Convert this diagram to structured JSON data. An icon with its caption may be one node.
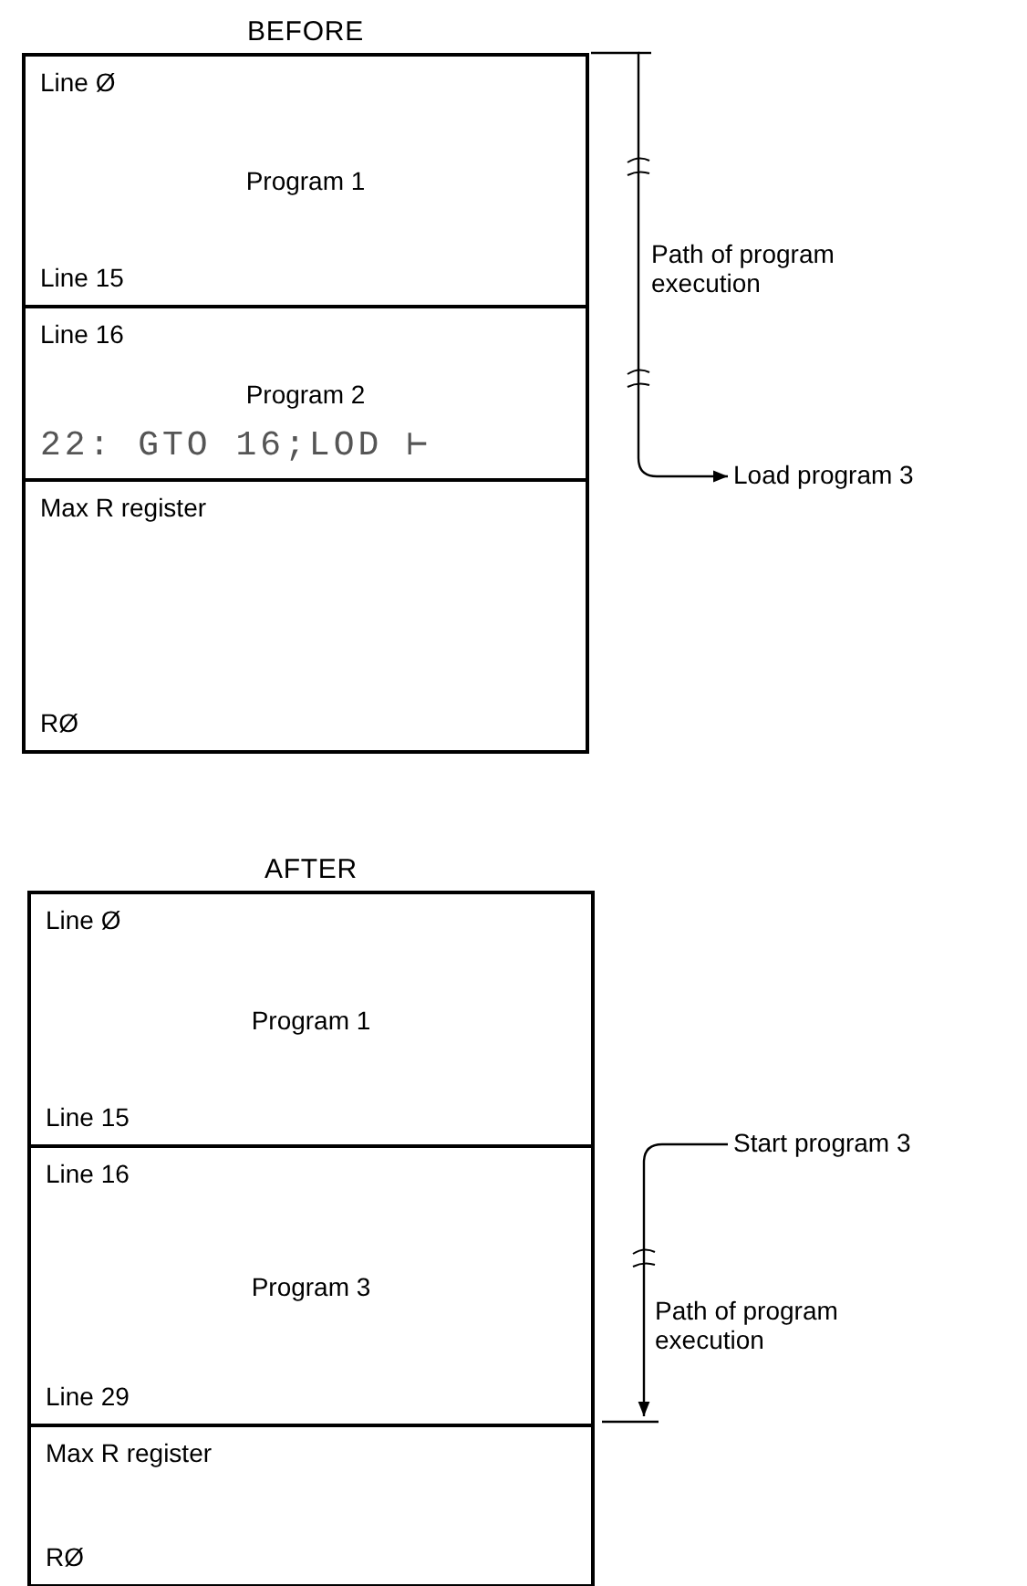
{
  "diagram": {
    "nodes": [
      {
        "text": [
          "BEFORE"
        ]
      },
      {
        "text": [
          "Line Ø",
          "Program 1",
          "Line 15"
        ],
        "in": 0
      },
      {
        "text": [
          "Line 16",
          "Program 2",
          "22: GTO 16;LOD ⊢"
        ],
        "in": 0
      },
      {
        "text": [
          "Max R register",
          "RØ"
        ],
        "in": 0
      },
      {
        "text": [
          "Load program 3"
        ]
      },
      {
        "text": [
          "AFTER"
        ]
      },
      {
        "text": [
          "Line Ø",
          "Program 1",
          "Line 15"
        ],
        "in": 5
      },
      {
        "text": [
          "Line 16",
          "Program 3",
          "Line 29"
        ],
        "in": 5
      },
      {
        "text": [
          "Max R register",
          "RØ"
        ],
        "in": 5
      },
      {
        "text": [
          "Start program 3"
        ]
      }
    ],
    "edges": [
      {
        "from": 0,
        "to": 4,
        "arrow": "to",
        "label": "Path of program execution"
      },
      {
        "from": 9,
        "to": null,
        "arrow": "to",
        "label": "Path of program execution"
      }
    ]
  }
}
